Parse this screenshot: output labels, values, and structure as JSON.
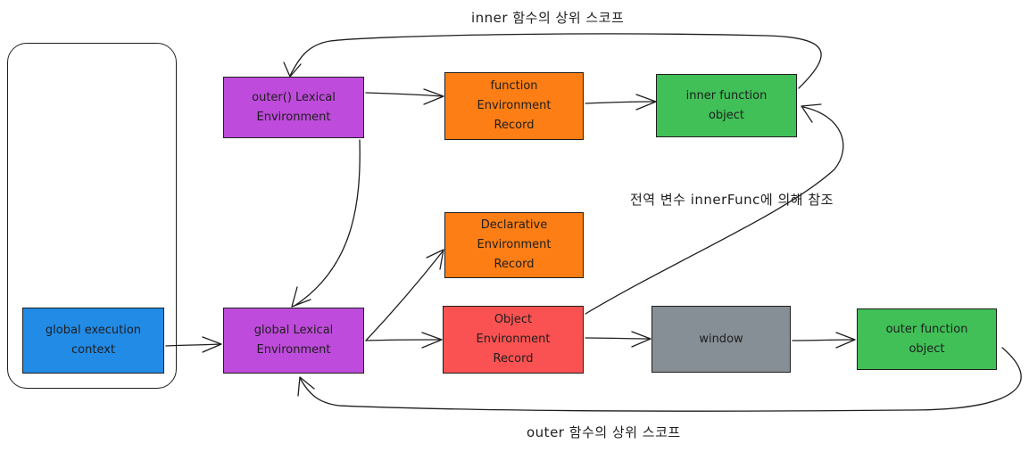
{
  "colors": {
    "purple": "#be4bdb",
    "orange": "#fd7e14",
    "green": "#40c057",
    "blue": "#228be6",
    "red": "#fa5252",
    "gray": "#868e96",
    "stroke": "#1e1e1e"
  },
  "boxes": {
    "outer_lexical_env": "outer() Lexical\nEnvironment",
    "function_env_record": "function\nEnvironment\nRecord",
    "inner_function_object": "inner function\nobject",
    "declarative_env_record": "Declarative\nEnvironment\nRecord",
    "global_execution_context": "global execution\ncontext",
    "global_lexical_env": "global Lexical\nEnvironment",
    "object_env_record": "Object\nEnvironment\nRecord",
    "window": "window",
    "outer_function_object": "outer function\nobject"
  },
  "labels": {
    "inner_scope_prefix": "inner",
    "inner_scope_suffix": " 함수의 상위 스코프",
    "global_ref": "전역 변수 ",
    "global_ref_var": "innerFunc",
    "global_ref_suffix": "에 의해 참조",
    "outer_scope_prefix": "outer",
    "outer_scope_suffix": " 함수의 상위 스코프"
  }
}
